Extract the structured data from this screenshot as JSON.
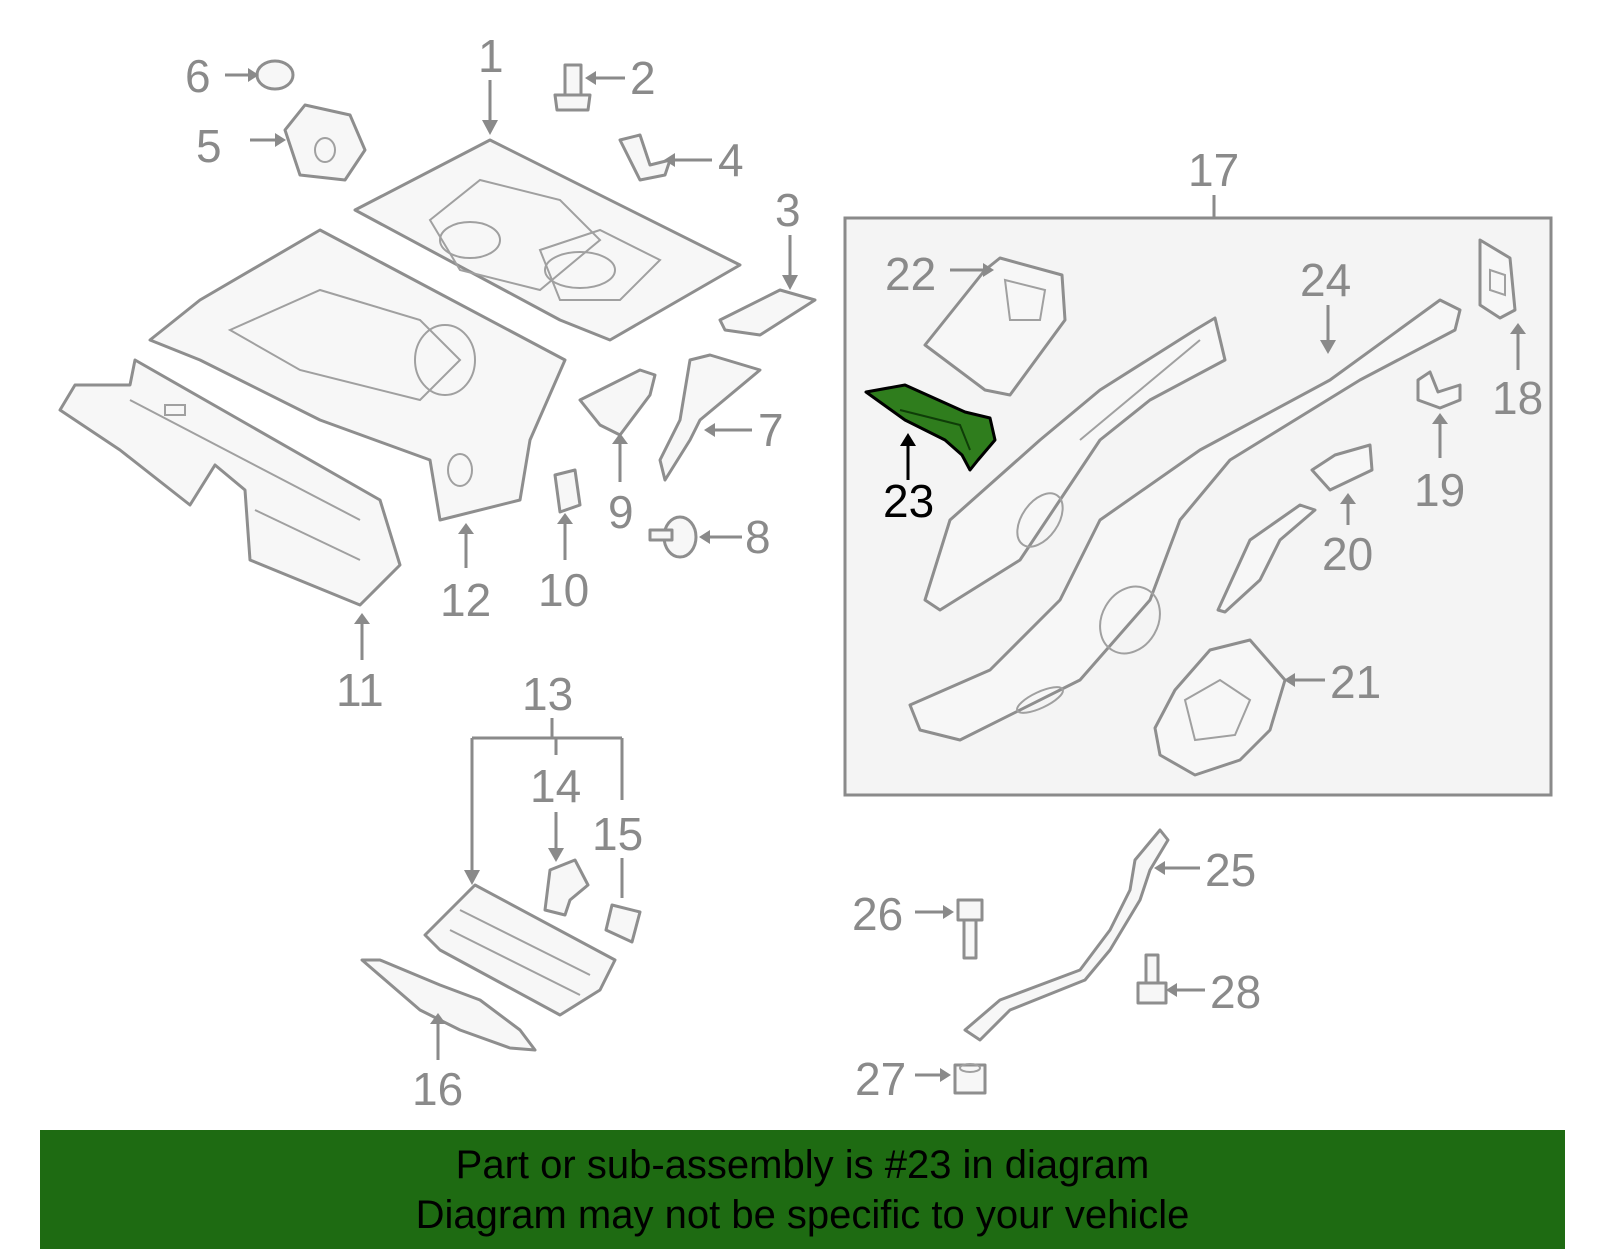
{
  "callouts": {
    "c1": "1",
    "c2": "2",
    "c3": "3",
    "c4": "4",
    "c5": "5",
    "c6": "6",
    "c7": "7",
    "c8": "8",
    "c9": "9",
    "c10": "10",
    "c11": "11",
    "c12": "12",
    "c13": "13",
    "c14": "14",
    "c15": "15",
    "c16": "16",
    "c17": "17",
    "c18": "18",
    "c19": "19",
    "c20": "20",
    "c21": "21",
    "c22": "22",
    "c23": "23",
    "c24": "24",
    "c25": "25",
    "c26": "26",
    "c27": "27",
    "c28": "28"
  },
  "highlighted_part": "23",
  "colors": {
    "highlight_fill": "#2f7d1d",
    "banner_bg": "#1e6b12",
    "line_gray": "#8e8e8e"
  },
  "banner": {
    "line1": "Part or sub-assembly is #23 in diagram",
    "line2": "Diagram may not be specific to your vehicle"
  }
}
